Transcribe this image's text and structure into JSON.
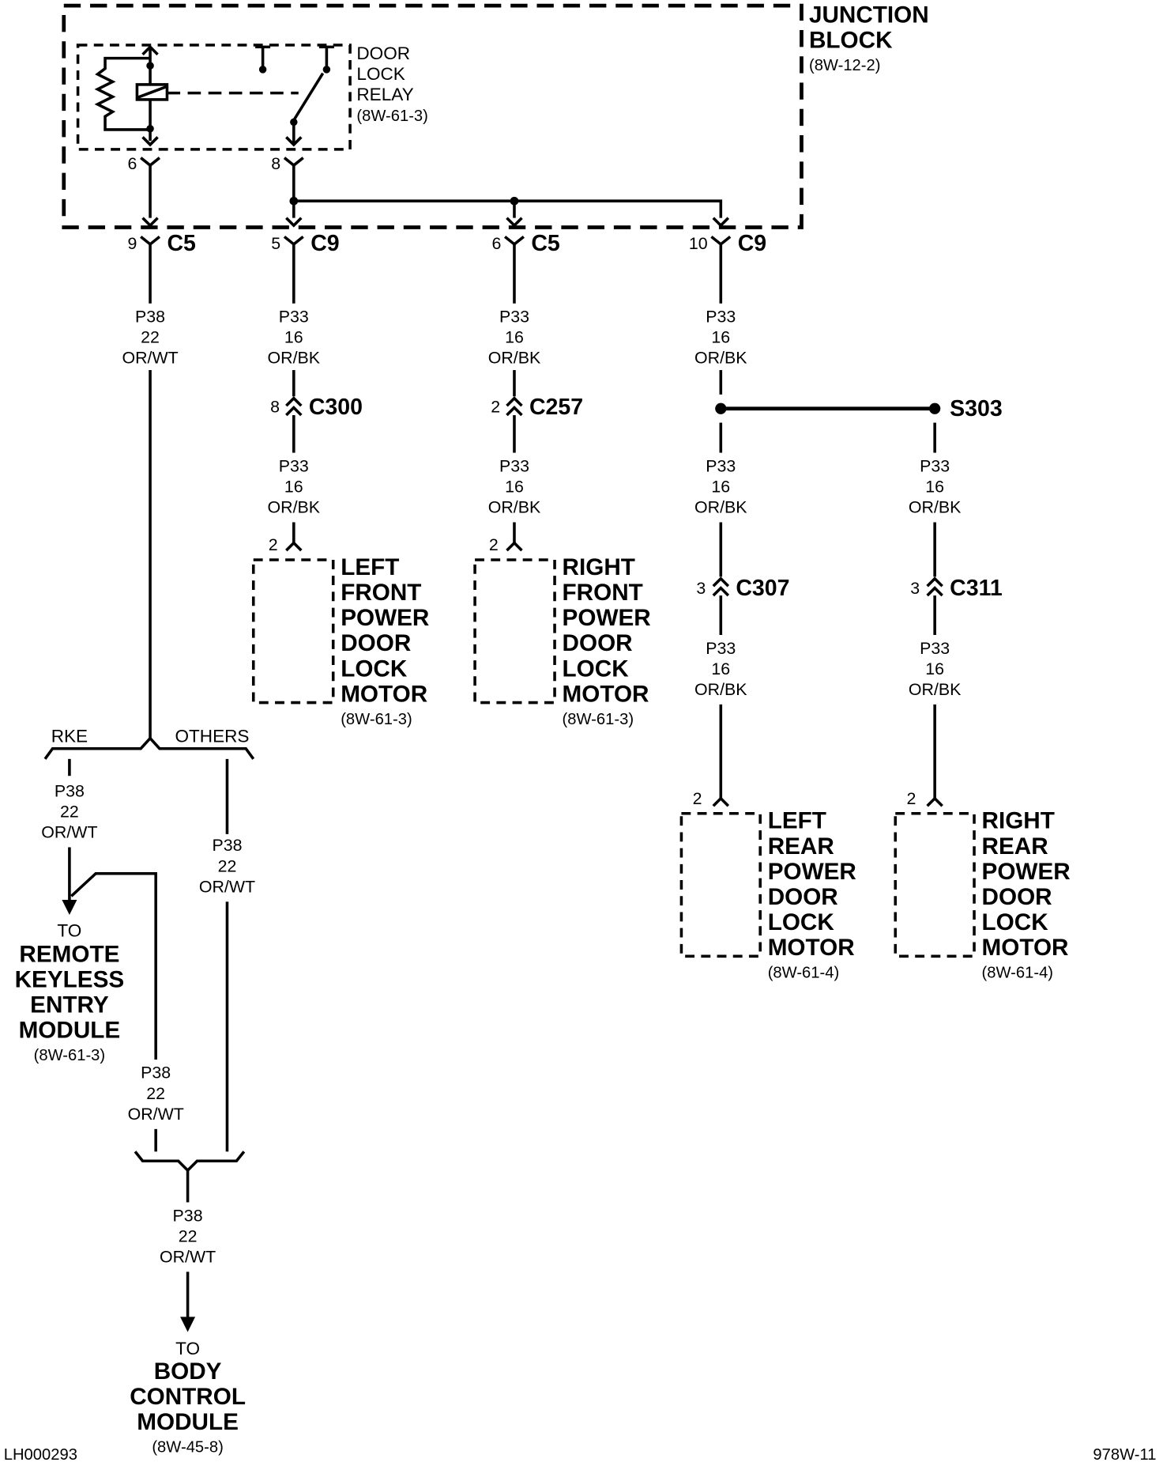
{
  "junction_block": {
    "title_lines": [
      "JUNCTION",
      "BLOCK"
    ],
    "ref": "(8W-12-2)"
  },
  "relay": {
    "title_lines": [
      "DOOR",
      "LOCK",
      "RELAY"
    ],
    "ref": "(8W-61-3)",
    "pin_coil": "6",
    "pin_switch": "8"
  },
  "outputs": [
    {
      "pin": "9",
      "connector": "C5",
      "wire": [
        "P38",
        "22",
        "OR/WT"
      ]
    },
    {
      "pin": "5",
      "connector": "C9",
      "wire": [
        "P33",
        "16",
        "OR/BK"
      ]
    },
    {
      "pin": "6",
      "connector": "C5",
      "wire": [
        "P33",
        "16",
        "OR/BK"
      ]
    },
    {
      "pin": "10",
      "connector": "C9",
      "wire": [
        "P33",
        "16",
        "OR/BK"
      ]
    }
  ],
  "inline_connectors": [
    {
      "pin": "8",
      "name": "C300"
    },
    {
      "pin": "2",
      "name": "C257"
    },
    {
      "pin": "3",
      "name": "C307"
    },
    {
      "pin": "3",
      "name": "C311"
    }
  ],
  "splice": {
    "name": "S303"
  },
  "wire_p33": [
    "P33",
    "16",
    "OR/BK"
  ],
  "wire_p38": [
    "P38",
    "22",
    "OR/WT"
  ],
  "motors": [
    {
      "pin": "2",
      "lines": [
        "LEFT",
        "FRONT",
        "POWER",
        "DOOR",
        "LOCK",
        "MOTOR"
      ],
      "ref": "(8W-61-3)"
    },
    {
      "pin": "2",
      "lines": [
        "RIGHT",
        "FRONT",
        "POWER",
        "DOOR",
        "LOCK",
        "MOTOR"
      ],
      "ref": "(8W-61-3)"
    },
    {
      "pin": "2",
      "lines": [
        "LEFT",
        "REAR",
        "POWER",
        "DOOR",
        "LOCK",
        "MOTOR"
      ],
      "ref": "(8W-61-4)"
    },
    {
      "pin": "2",
      "lines": [
        "RIGHT",
        "REAR",
        "POWER",
        "DOOR",
        "LOCK",
        "MOTOR"
      ],
      "ref": "(8W-61-4)"
    }
  ],
  "split": {
    "left_label": "RKE",
    "right_label": "OTHERS"
  },
  "rke_module": {
    "to": "TO",
    "lines": [
      "REMOTE",
      "KEYLESS",
      "ENTRY",
      "MODULE"
    ],
    "ref": "(8W-61-3)"
  },
  "bcm": {
    "to": "TO",
    "lines": [
      "BODY",
      "CONTROL",
      "MODULE"
    ],
    "ref": "(8W-45-8)"
  },
  "footer": {
    "left": "LH000293",
    "right": "978W-11"
  }
}
